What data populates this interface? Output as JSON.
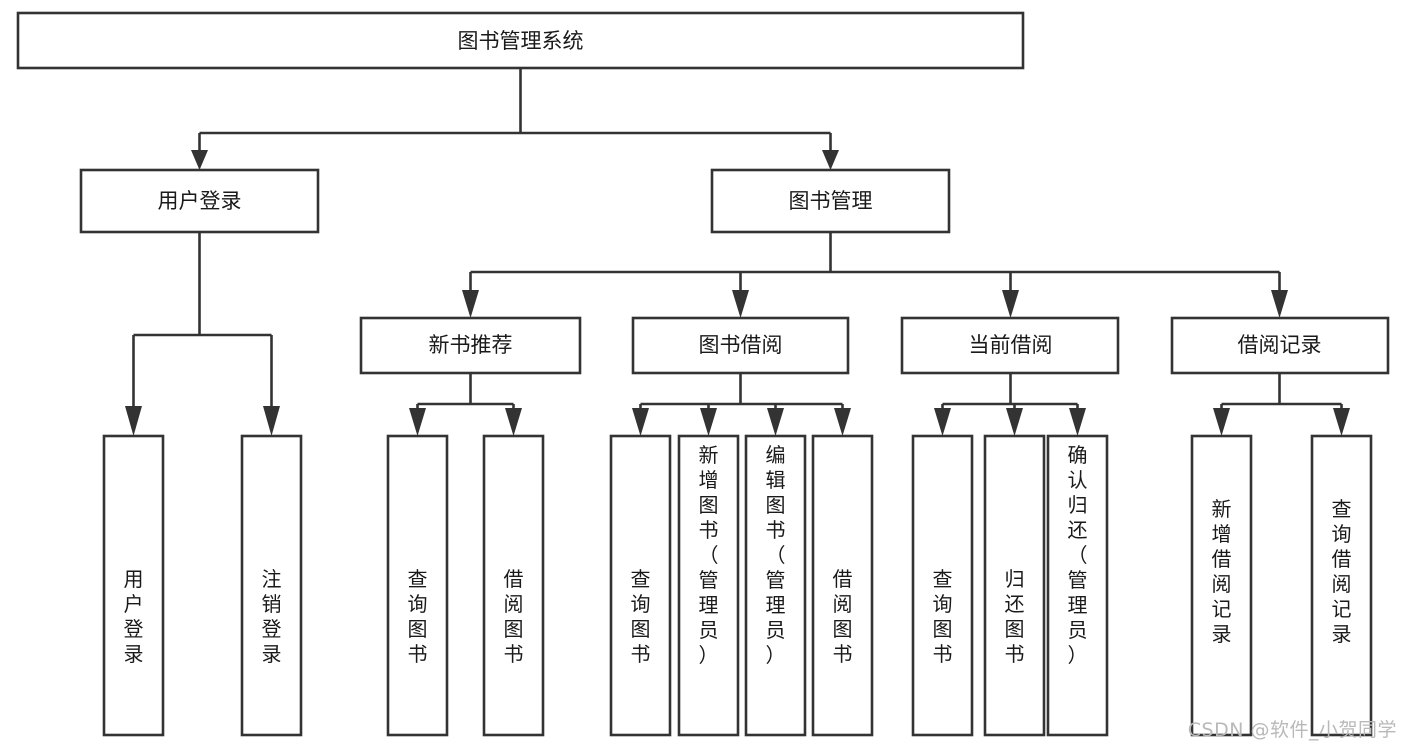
{
  "diagram": {
    "title": "图书管理系统",
    "type": "hierarchy-tree",
    "watermark": "CSDN @软件_小贺同学",
    "colors": {
      "stroke": "#333333",
      "fill": "#ffffff",
      "text": "#1a1a1a",
      "watermark": "#b9b9b9"
    },
    "root": {
      "label": "图书管理系统"
    },
    "level2": [
      {
        "label": "用户登录"
      },
      {
        "label": "图书管理"
      }
    ],
    "level3": [
      {
        "label": "新书推荐"
      },
      {
        "label": "图书借阅"
      },
      {
        "label": "当前借阅"
      },
      {
        "label": "借阅记录"
      }
    ],
    "leaves": {
      "user_login": [
        {
          "label": "用户登录"
        },
        {
          "label": "注销登录"
        }
      ],
      "new_book_recommend": [
        {
          "label": "查询图书"
        },
        {
          "label": "借阅图书"
        }
      ],
      "book_borrow": [
        {
          "label": "查询图书"
        },
        {
          "label": "新增图书（管理员）"
        },
        {
          "label": "编辑图书（管理员）"
        },
        {
          "label": "借阅图书"
        }
      ],
      "current_borrow": [
        {
          "label": "查询图书"
        },
        {
          "label": "归还图书"
        },
        {
          "label": "确认归还（管理员）"
        }
      ],
      "borrow_record": [
        {
          "label": "新增借阅记录"
        },
        {
          "label": "查询借阅记录"
        }
      ]
    }
  }
}
